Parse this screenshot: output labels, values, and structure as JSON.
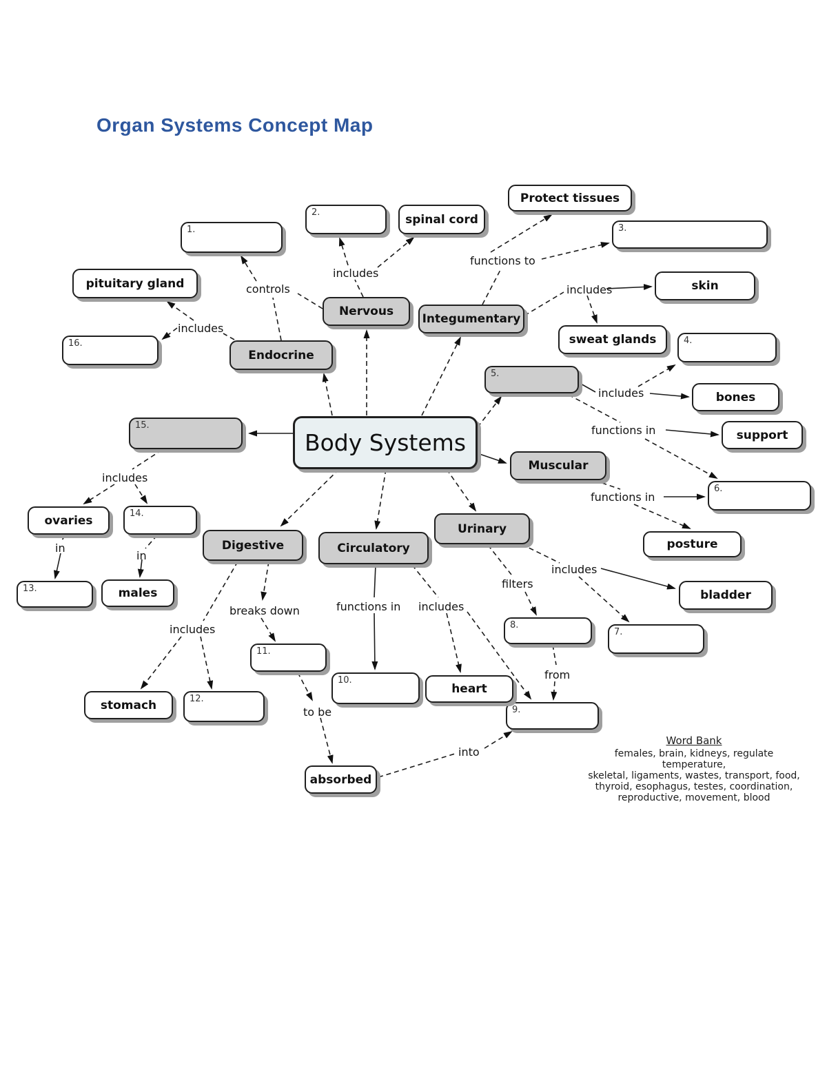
{
  "title": "Organ Systems Concept Map",
  "center": {
    "label": "Body Systems"
  },
  "nodes": {
    "n1": "1.",
    "n2": "2.",
    "spinal_cord": "spinal cord",
    "protect_tissues": "Protect tissues",
    "n3": "3.",
    "pituitary_gland": "pituitary gland",
    "n16": "16.",
    "skin": "skin",
    "sweat_glands": "sweat glands",
    "n4": "4.",
    "bones": "bones",
    "support": "support",
    "n6": "6.",
    "posture": "posture",
    "ovaries": "ovaries",
    "n14": "14.",
    "n13": "13.",
    "males": "males",
    "bladder": "bladder",
    "n8": "8.",
    "n7": "7.",
    "n9": "9.",
    "n11": "11.",
    "n10": "10.",
    "heart": "heart",
    "stomach": "stomach",
    "n12": "12.",
    "absorbed": "absorbed",
    "nervous": "Nervous",
    "integumentary": "Integumentary",
    "endocrine": "Endocrine",
    "n5": "5.",
    "n15": "15.",
    "muscular": "Muscular",
    "urinary": "Urinary",
    "circulatory": "Circulatory",
    "digestive": "Digestive"
  },
  "labels": {
    "controls": "controls",
    "includes_nervous": "includes",
    "functions_to": "functions to",
    "includes_integumentary": "includes",
    "includes_endocrine": "includes",
    "includes_skeletal": "includes",
    "functions_in_skeletal": "functions in",
    "functions_in_muscular": "functions in",
    "includes_reproductive": "includes",
    "in_ovaries": "in",
    "in_testes": "in",
    "filters": "filters",
    "includes_urinary": "includes",
    "functions_in_circulatory": "functions in",
    "includes_circulatory": "includes",
    "includes_digestive": "includes",
    "breaks_down": "breaks down",
    "to_be": "to be",
    "from": "from",
    "into": "into"
  },
  "word_bank": {
    "title": "Word Bank",
    "lines": [
      "females, brain, kidneys, regulate temperature,",
      "skeletal, ligaments, wastes, transport, food,",
      "thyroid, esophagus, testes, coordination,",
      "reproductive, movement, blood"
    ]
  },
  "colors": {
    "title_blue": "#2e579e",
    "system_box_fill": "#cecece",
    "center_box_fill": "#e9f0f2",
    "blank_box_fill": "#ffffff",
    "line": "#1c1c1c"
  }
}
